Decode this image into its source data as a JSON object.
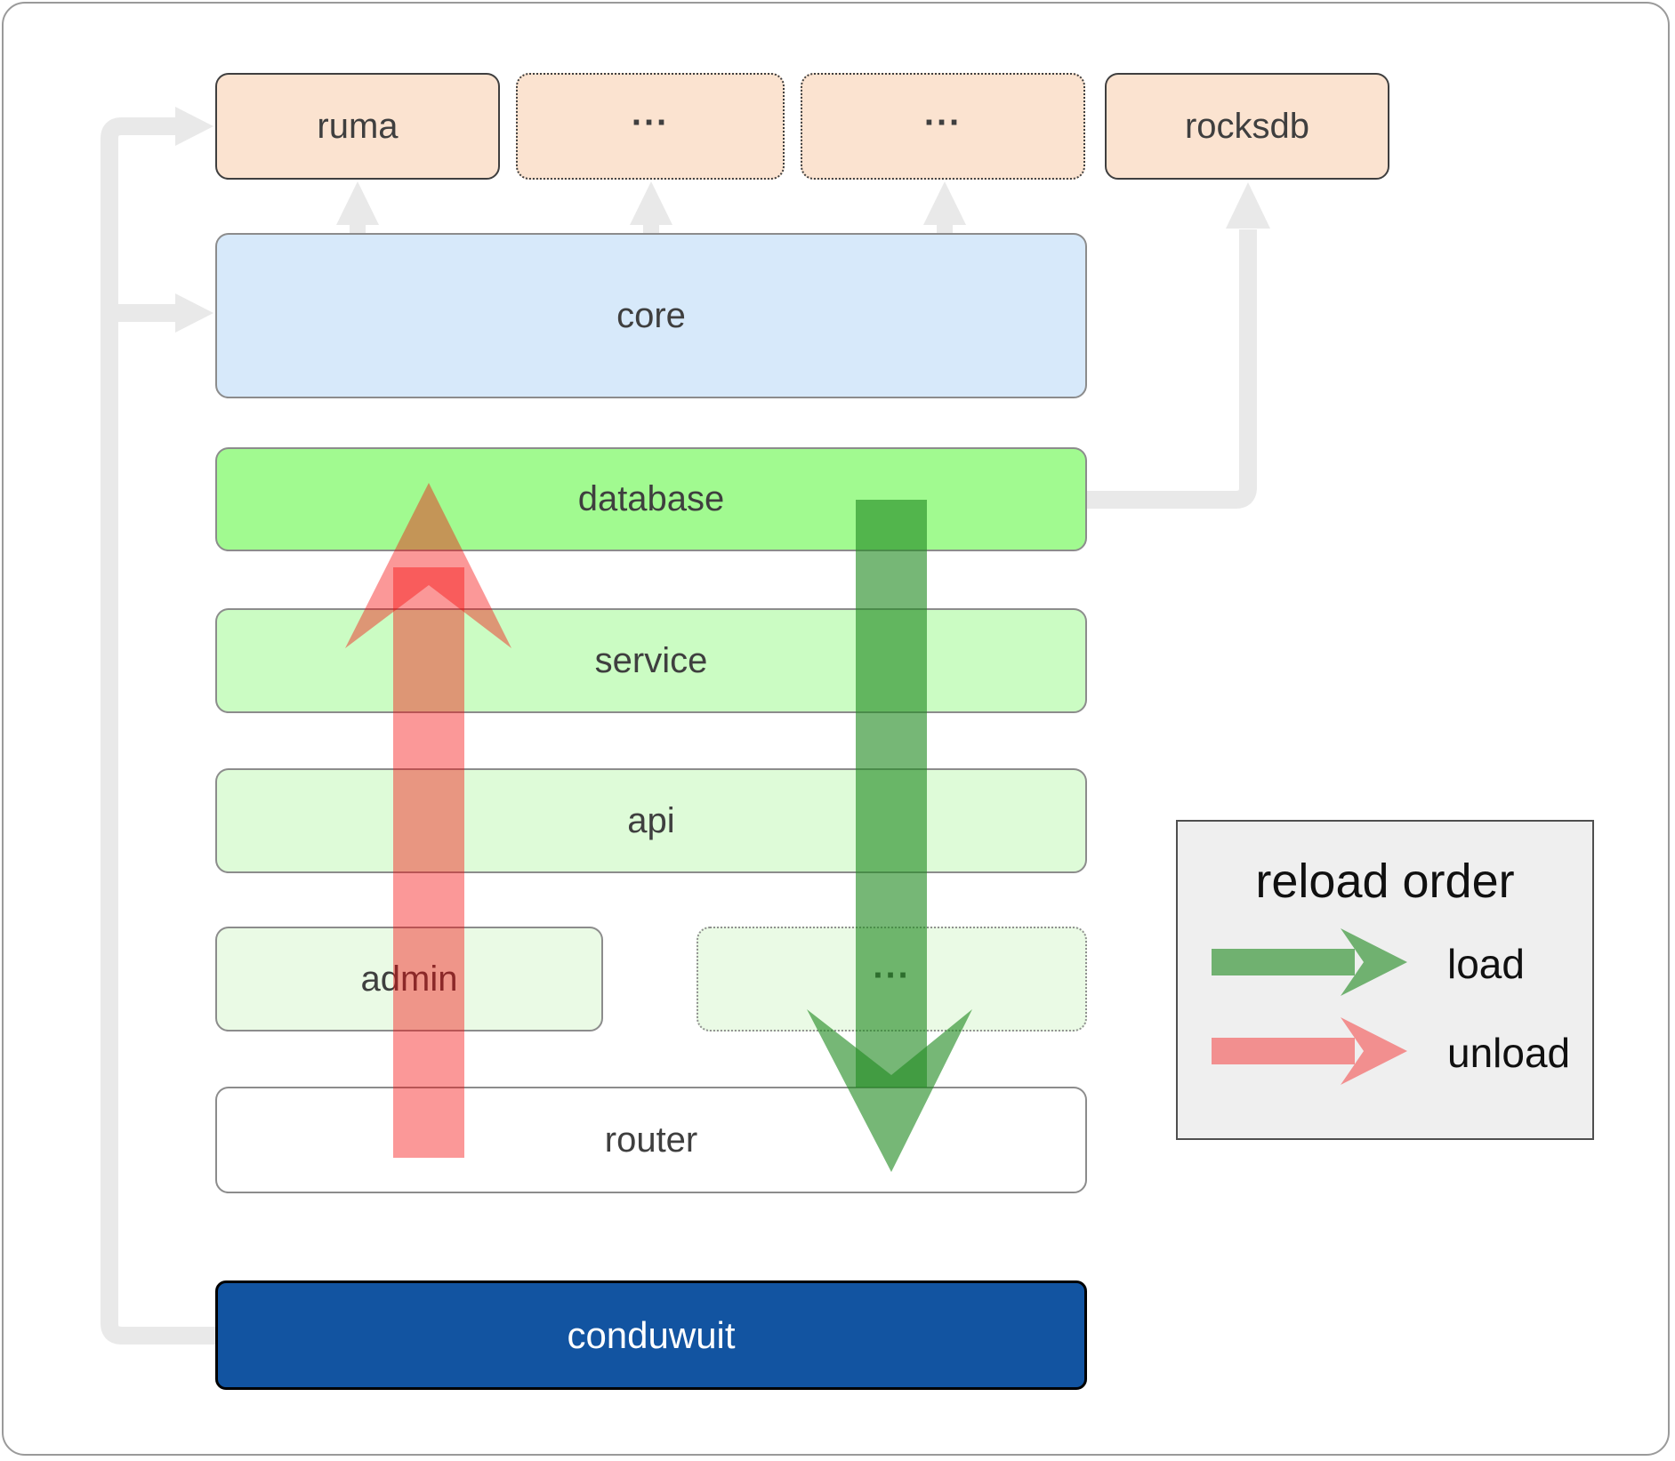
{
  "nodes": {
    "ruma": {
      "label": "ruma"
    },
    "top_ellipsis_a": {
      "label": "..."
    },
    "top_ellipsis_b": {
      "label": "..."
    },
    "rocksdb": {
      "label": "rocksdb"
    },
    "core": {
      "label": "core"
    },
    "database": {
      "label": "database"
    },
    "service": {
      "label": "service"
    },
    "api": {
      "label": "api"
    },
    "admin": {
      "label": "admin"
    },
    "admin_row_ellipsis": {
      "label": "..."
    },
    "router": {
      "label": "router"
    },
    "conduwuit": {
      "label": "conduwuit"
    }
  },
  "legend": {
    "title": "reload order",
    "load_label": "load",
    "unload_label": "unload"
  },
  "colors": {
    "load_arrow": "#228b22",
    "unload_arrow": "#f50a0a",
    "connector_gray": "#e9e9e9",
    "peach_fill": "#fbe3d0",
    "core_fill": "#d7e9fa",
    "database_fill": "#a1fa90",
    "service_fill": "#cbfcc3",
    "api_fill": "#defbd8",
    "admin_fill": "#eafae5",
    "conduwuit_fill": "#1254a1",
    "legend_bg": "#efefef"
  }
}
